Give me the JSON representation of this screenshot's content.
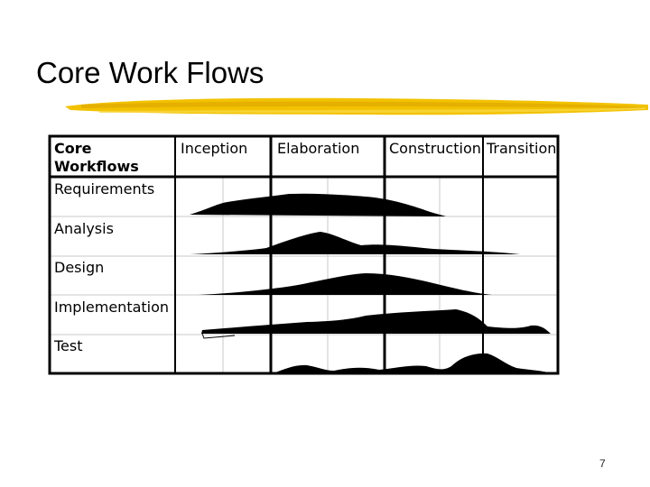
{
  "slide": {
    "title": "Core Work Flows",
    "page_number": "7"
  },
  "table": {
    "header_line1": "Core",
    "header_line2": "Workflows",
    "phases": [
      "Inception",
      "Elaboration",
      "Construction",
      "Transition"
    ],
    "rows": [
      "Requirements",
      "Analysis",
      "Design",
      "Implementation",
      "Test"
    ]
  },
  "colors": {
    "accent": "#f2c200",
    "grid": "#c8c8c8",
    "border": "#000000"
  }
}
